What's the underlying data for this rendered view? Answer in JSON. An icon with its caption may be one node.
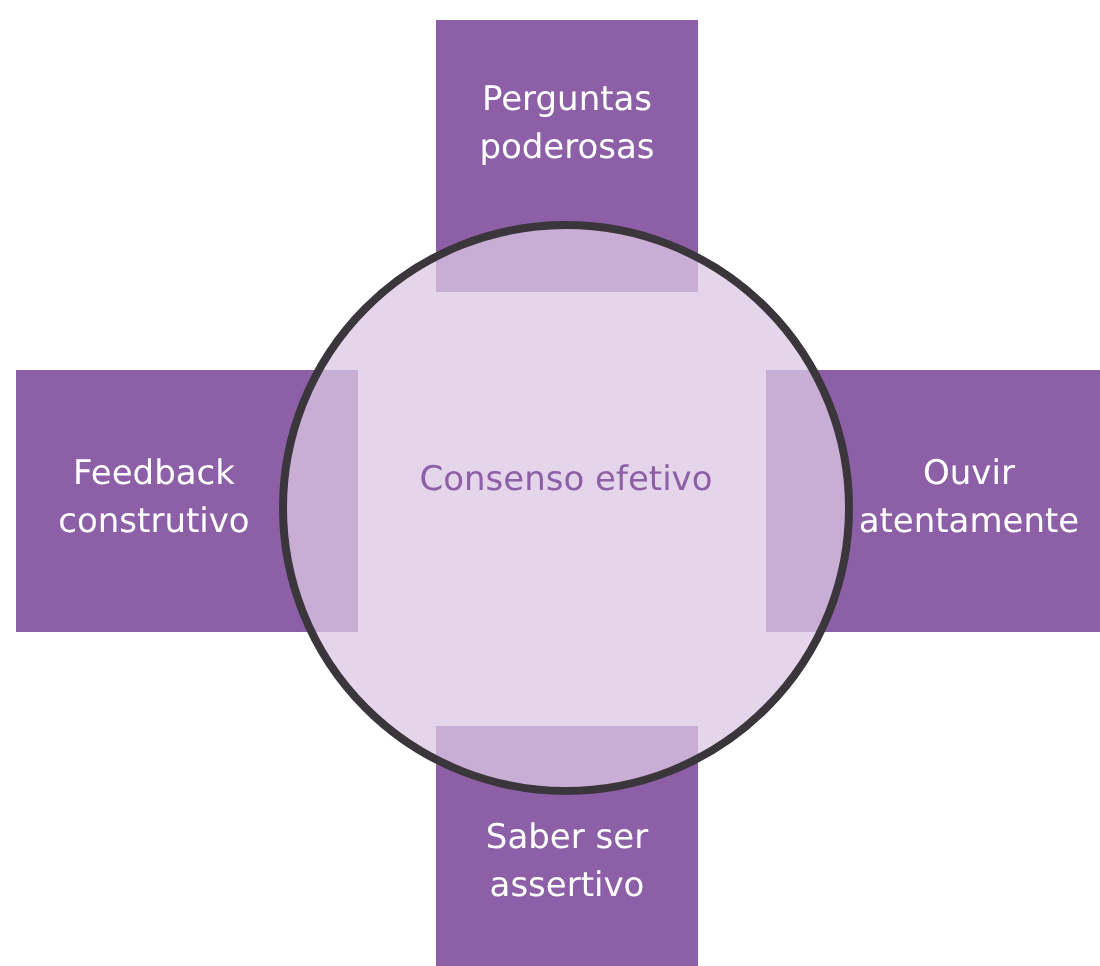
{
  "diagram": {
    "nodes": [
      {
        "text": [
          "Perguntas poderosas"
        ]
      },
      {
        "text": [
          "Feedback construtivo"
        ]
      },
      {
        "text": [
          "Consenso efetivo"
        ]
      },
      {
        "text": [
          "Ouvir atentamente"
        ]
      },
      {
        "text": [
          "Saber ser assertivo"
        ]
      }
    ]
  }
}
